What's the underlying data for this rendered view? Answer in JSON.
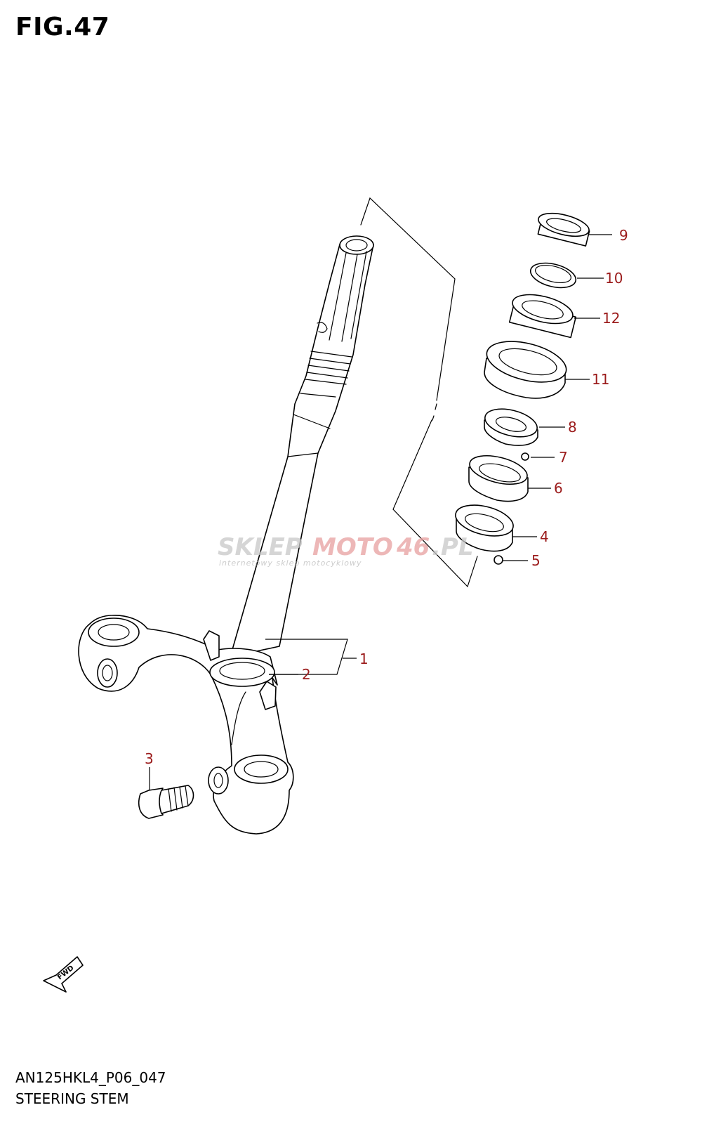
{
  "figure": {
    "title": "FIG.47",
    "model_code": "AN125HKL4_P06_047",
    "caption": "STEERING STEM",
    "fwd_label": "FWD"
  },
  "watermark": {
    "brand_left": "SKLEP",
    "brand_mid": "MOTO",
    "brand_num": "46",
    "brand_tld": ".PL",
    "tagline": "internetowy sklep motocyklowy"
  },
  "callouts": {
    "c1": "1",
    "c2": "2",
    "c3": "3",
    "c4": "4",
    "c5": "5",
    "c6": "6",
    "c7": "7",
    "c8": "8",
    "c9": "9",
    "c10": "10",
    "c11": "11",
    "c12": "12"
  },
  "colors": {
    "callout": "#9b1b1b",
    "line": "#000000",
    "watermark_gray": "#c8c8c8",
    "watermark_red": "#e8a0a0"
  },
  "icons": {
    "fwd": "fwd-arrow-icon"
  }
}
